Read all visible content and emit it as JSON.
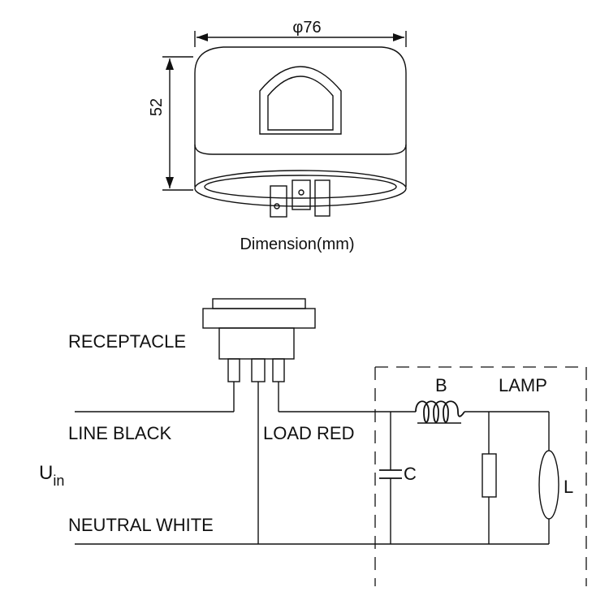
{
  "dimension_drawing": {
    "diameter_label": "φ76",
    "height_label": "52",
    "caption": "Dimension(mm)"
  },
  "wiring": {
    "receptacle": "RECEPTACLE",
    "line_black": "LINE BLACK",
    "load_red": "LOAD RED",
    "neutral_white": "NEUTRAL WHITE",
    "uin_main": "U",
    "uin_sub": "in",
    "capacitor": "C",
    "ballast": "B",
    "lamp": "LAMP",
    "lamp_symbol": "L"
  },
  "colors": {
    "ink": "#111111",
    "background": "#ffffff"
  }
}
